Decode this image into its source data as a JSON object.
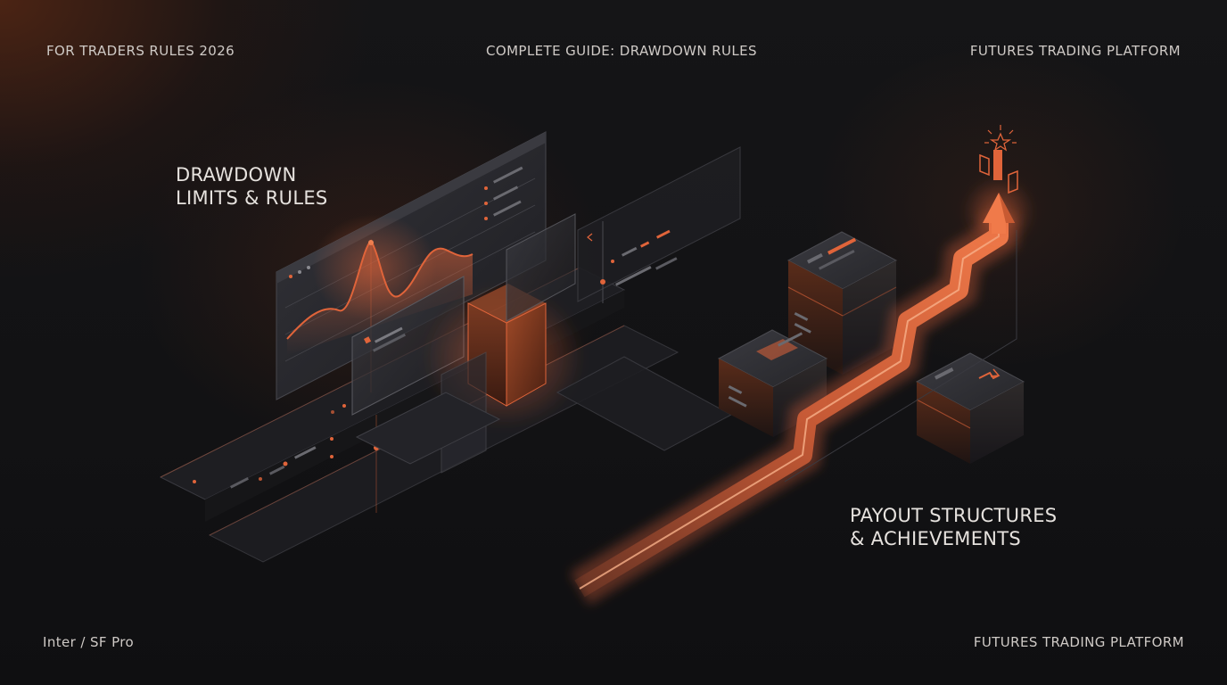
{
  "header": {
    "left": "FOR TRADERS RULES 2026",
    "center": "COMPLETE GUIDE: DRAWDOWN RULES",
    "right": "FUTURES TRADING PLATFORM"
  },
  "footer": {
    "left": "Inter / SF Pro",
    "right": "FUTURES TRADING PLATFORM"
  },
  "sections": {
    "drawdown": {
      "line1": "DRAWDOWN",
      "line2": "LIMITS & RULES"
    },
    "payout": {
      "line1": "PAYOUT STRUCTURES",
      "line2": "& ACHIEVEMENTS"
    }
  },
  "colors": {
    "accent": "#e0643a",
    "background": "#121214",
    "panel": "#2a2a2e"
  },
  "icons": [
    "star-icon",
    "trophy-podium-icon",
    "up-arrow-icon",
    "chart-wave-icon"
  ]
}
